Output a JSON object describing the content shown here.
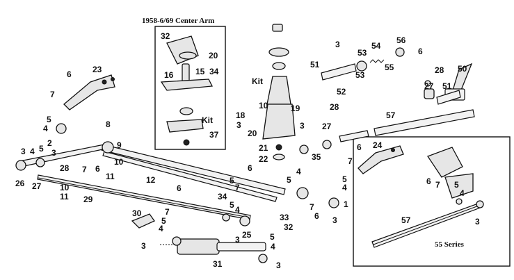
{
  "titles": {
    "center_arm": "1958-6/69 Center Arm",
    "series_55": "55 Series"
  },
  "labels": {
    "l1": "1",
    "l2": "2",
    "l3": "3",
    "l4": "4",
    "l5": "5",
    "l6": "6",
    "l7": "7",
    "l8": "8",
    "l9": "9",
    "l10": "10",
    "l11": "11",
    "l12": "12",
    "l15": "15",
    "l16": "16",
    "l18": "18",
    "l19": "19",
    "l20": "20",
    "l21": "21",
    "l22": "22",
    "l23": "23",
    "l24": "24",
    "l25": "25",
    "l26": "26",
    "l27": "27",
    "l28": "28",
    "l29": "29",
    "l30": "30",
    "l31": "31",
    "l32": "32",
    "l33": "33",
    "l34": "34",
    "l35": "35",
    "l37": "37",
    "l50": "50",
    "l51": "51",
    "l52": "52",
    "l53": "53",
    "l54": "54",
    "l55": "55",
    "l56": "56",
    "l57": "57",
    "kit": "Kit"
  }
}
